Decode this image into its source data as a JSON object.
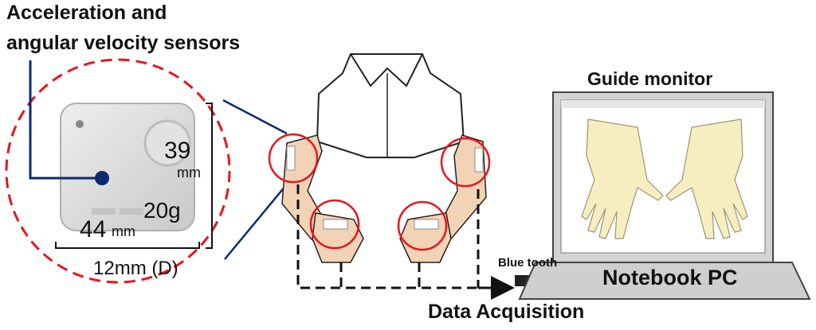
{
  "labels": {
    "sensor_title_line1": "Acceleration and",
    "sensor_title_line2": "angular velocity sensors",
    "guide_monitor": "Guide monitor",
    "bluetooth": "Blue tooth",
    "notebook_pc": "Notebook PC",
    "data_acquisition": "Data Acquisition"
  },
  "dimensions": {
    "depth": "12mm (D)",
    "height_value": "39",
    "height_unit": "mm",
    "weight": "20g",
    "width_value": "44",
    "width_unit": "mm"
  },
  "colors": {
    "highlight_circle": "#e8141c",
    "pointer_line": "#0b2a6b",
    "sensor_body": "#d9d9d9",
    "skin": "#f2d3b6",
    "hand_on_screen": "#f6eec0",
    "laptop_body": "#cfcfcf"
  }
}
